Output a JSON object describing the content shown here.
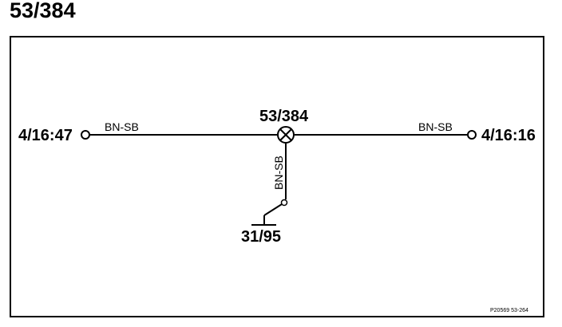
{
  "page": {
    "heading": "53/384"
  },
  "diagram": {
    "component_label": "53/384",
    "left_terminal_label": "4/16:47",
    "right_terminal_label": "4/16:16",
    "ground_label": "31/95",
    "wire_left_color_code": "BN-SB",
    "wire_right_color_code": "BN-SB",
    "wire_vertical_color_code": "BN-SB",
    "reference_code": "P20569  53-264"
  }
}
